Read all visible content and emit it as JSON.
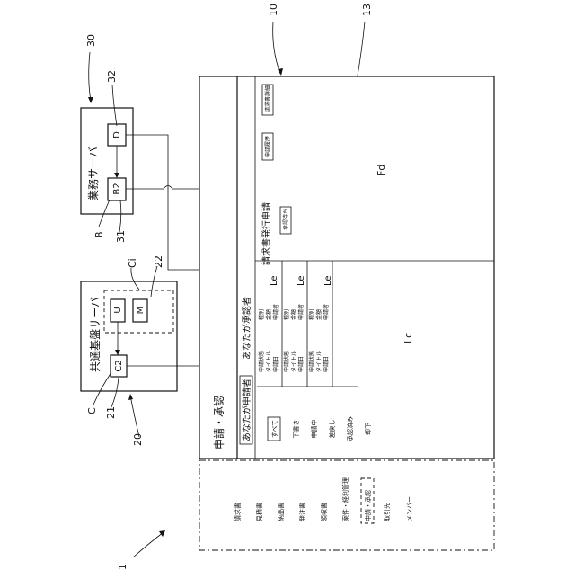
{
  "refs": {
    "system": "1",
    "screen": "10",
    "screen_image": "13",
    "common_server": "20",
    "common_auth": "21",
    "common_group": "22",
    "business_server": "30",
    "business_auth": "31",
    "business_data": "32",
    "ref_b": "B",
    "ref_c": "C",
    "ref_ci": "Ci"
  },
  "servers": {
    "common": {
      "title": "共通基盤サーバ",
      "auth_box": "C2",
      "user_box": "U",
      "master_box": "M"
    },
    "business": {
      "title": "業務サーバ",
      "auth_box": "B2",
      "data_box": "D"
    }
  },
  "sidebar": {
    "items": [
      "請求書",
      "見積書",
      "納品書",
      "発注書",
      "領収書",
      "案件・経利管理",
      "申請・承認",
      "取引先",
      "メンバー"
    ],
    "selected": "申請・承認"
  },
  "page": {
    "title": "申請・承認",
    "tabs": [
      "あなたが申請者",
      "あなたが承認者"
    ],
    "filters": [
      "すべて",
      "下書き",
      "申請中",
      "差戻し",
      "承認済み",
      "却下"
    ],
    "selected_filter": "すべて",
    "list_items": [
      {
        "col1": [
          "申請状態",
          "タイトル",
          "申請日"
        ],
        "col2": [
          "種別",
          "金額",
          "申請者"
        ],
        "marker": "Le"
      },
      {
        "col1": [
          "申請状態",
          "タイトル",
          "申請日"
        ],
        "col2": [
          "種別",
          "金額",
          "申請者"
        ],
        "marker": "Le"
      },
      {
        "col1": [
          "申請状態",
          "タイトル",
          "申請日"
        ],
        "col2": [
          "種別",
          "金額",
          "申請者"
        ],
        "marker": "Le"
      }
    ],
    "list_region_label": "Lc",
    "detail": {
      "title": "請求書発行申請",
      "status_button": "承認待ち",
      "history_button": "申請履歴",
      "invoice_button": "請求書詳細",
      "region_label": "Fd"
    }
  }
}
